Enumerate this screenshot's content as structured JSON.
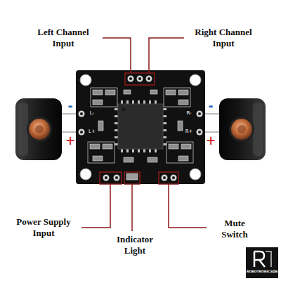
{
  "diagram": {
    "labels": [
      "Left Channel Input",
      "Right Channel Input",
      "-",
      "-",
      "L-",
      "R-",
      "L+",
      "R+",
      "+",
      "+",
      "Power Supply Input",
      "Mute Switch",
      "Indicator Light",
      "ROBOTRONICSDB"
    ]
  }
}
